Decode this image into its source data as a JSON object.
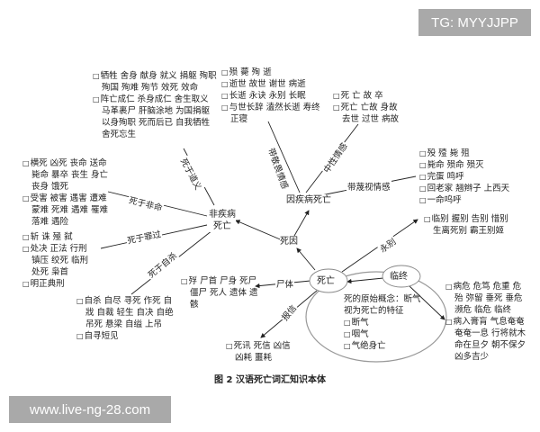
{
  "watermarks": {
    "top_right": "TG: MYYJJPP",
    "bottom_left": "www.live-ng-28.com"
  },
  "caption": "图 2   汉语死亡词汇知识本体",
  "nodes": {
    "death": "死亡",
    "cause": "死因",
    "disease": "因疾病死亡",
    "non_disease": [
      "非疾病",
      "死亡"
    ],
    "dying": "临终"
  },
  "edge_labels": {
    "reverent": "带敬畏情感",
    "neutral": "中性情感",
    "contempt": "带蔑视情感",
    "righteous": "死于道义",
    "unnatural": "死于非命",
    "crime": "死于罪过",
    "suicide": "死于自杀",
    "corpse": "尸体",
    "report": "报信",
    "farewell": "永别"
  },
  "blocks": {
    "righteous": [
      "牺牲 舍身 献身 就义 捐躯 殉职 殉国 殉难 殉节 效死 效命",
      "阵亡成仁 杀身成仁 舍生取义 马革裹尸 肝脑涂地 为国捐躯 以身殉职 死而后已 自我牺牲 舍死忘生"
    ],
    "reverent": [
      "殒 薨 殉 逝",
      "逝世 故世 谢世 病逝",
      "长逝 永诀 永别 长眠",
      "与世长辞 溘然长逝 寿终正寝"
    ],
    "neutral": [
      "死 亡 故 卒",
      "死亡 亡故 身故 去世 过世 病故"
    ],
    "contempt": [
      "殁 殪 毙 殂",
      "毙命 殒命 殒灭",
      "完蛋 鸣呼",
      "回老家 翘辫子 上西天",
      "一命呜呼"
    ],
    "farewell": [
      "临别 握别 告别 惜别 生离死别 霸王别姬"
    ],
    "unnatural": [
      "横死 凶死 丧命 送命 毙命 暴卒 丧生 身亡 丧身 饿死",
      "受害 被害 遇害 遭难 蒙难 死难 遇难 罹难 落难 遇险"
    ],
    "crime": [
      "斩 诛 殛 弑",
      "处决 正法 行刑 镇压 绞死 临刑 处死 枭首",
      "明正典刑"
    ],
    "suicide": [
      "自杀 自尽 寻死 作死 自戕 自裁 轻生 自决 自绝 吊死 悬梁 自缢 上吊",
      "自寻短见"
    ],
    "corpse": [
      "殍 尸首 尸身 死尸 僵尸 死人 遗体 遗骸"
    ],
    "report": [
      "死讯 死信 凶信 凶耗 噩耗"
    ],
    "dying": [
      "病危 危笃 危重 危殆 弥留 垂死 垂危 濒危 临危 临终",
      "病入膏肓 气息奄奄 奄奄一息 行将就木 命在旦夕 朝不保夕 凶多吉少"
    ],
    "original_concept": {
      "title": "死的原始概念：断气视为死亡的特征",
      "items": [
        "断气",
        "咽气",
        "气绝身亡"
      ]
    }
  }
}
